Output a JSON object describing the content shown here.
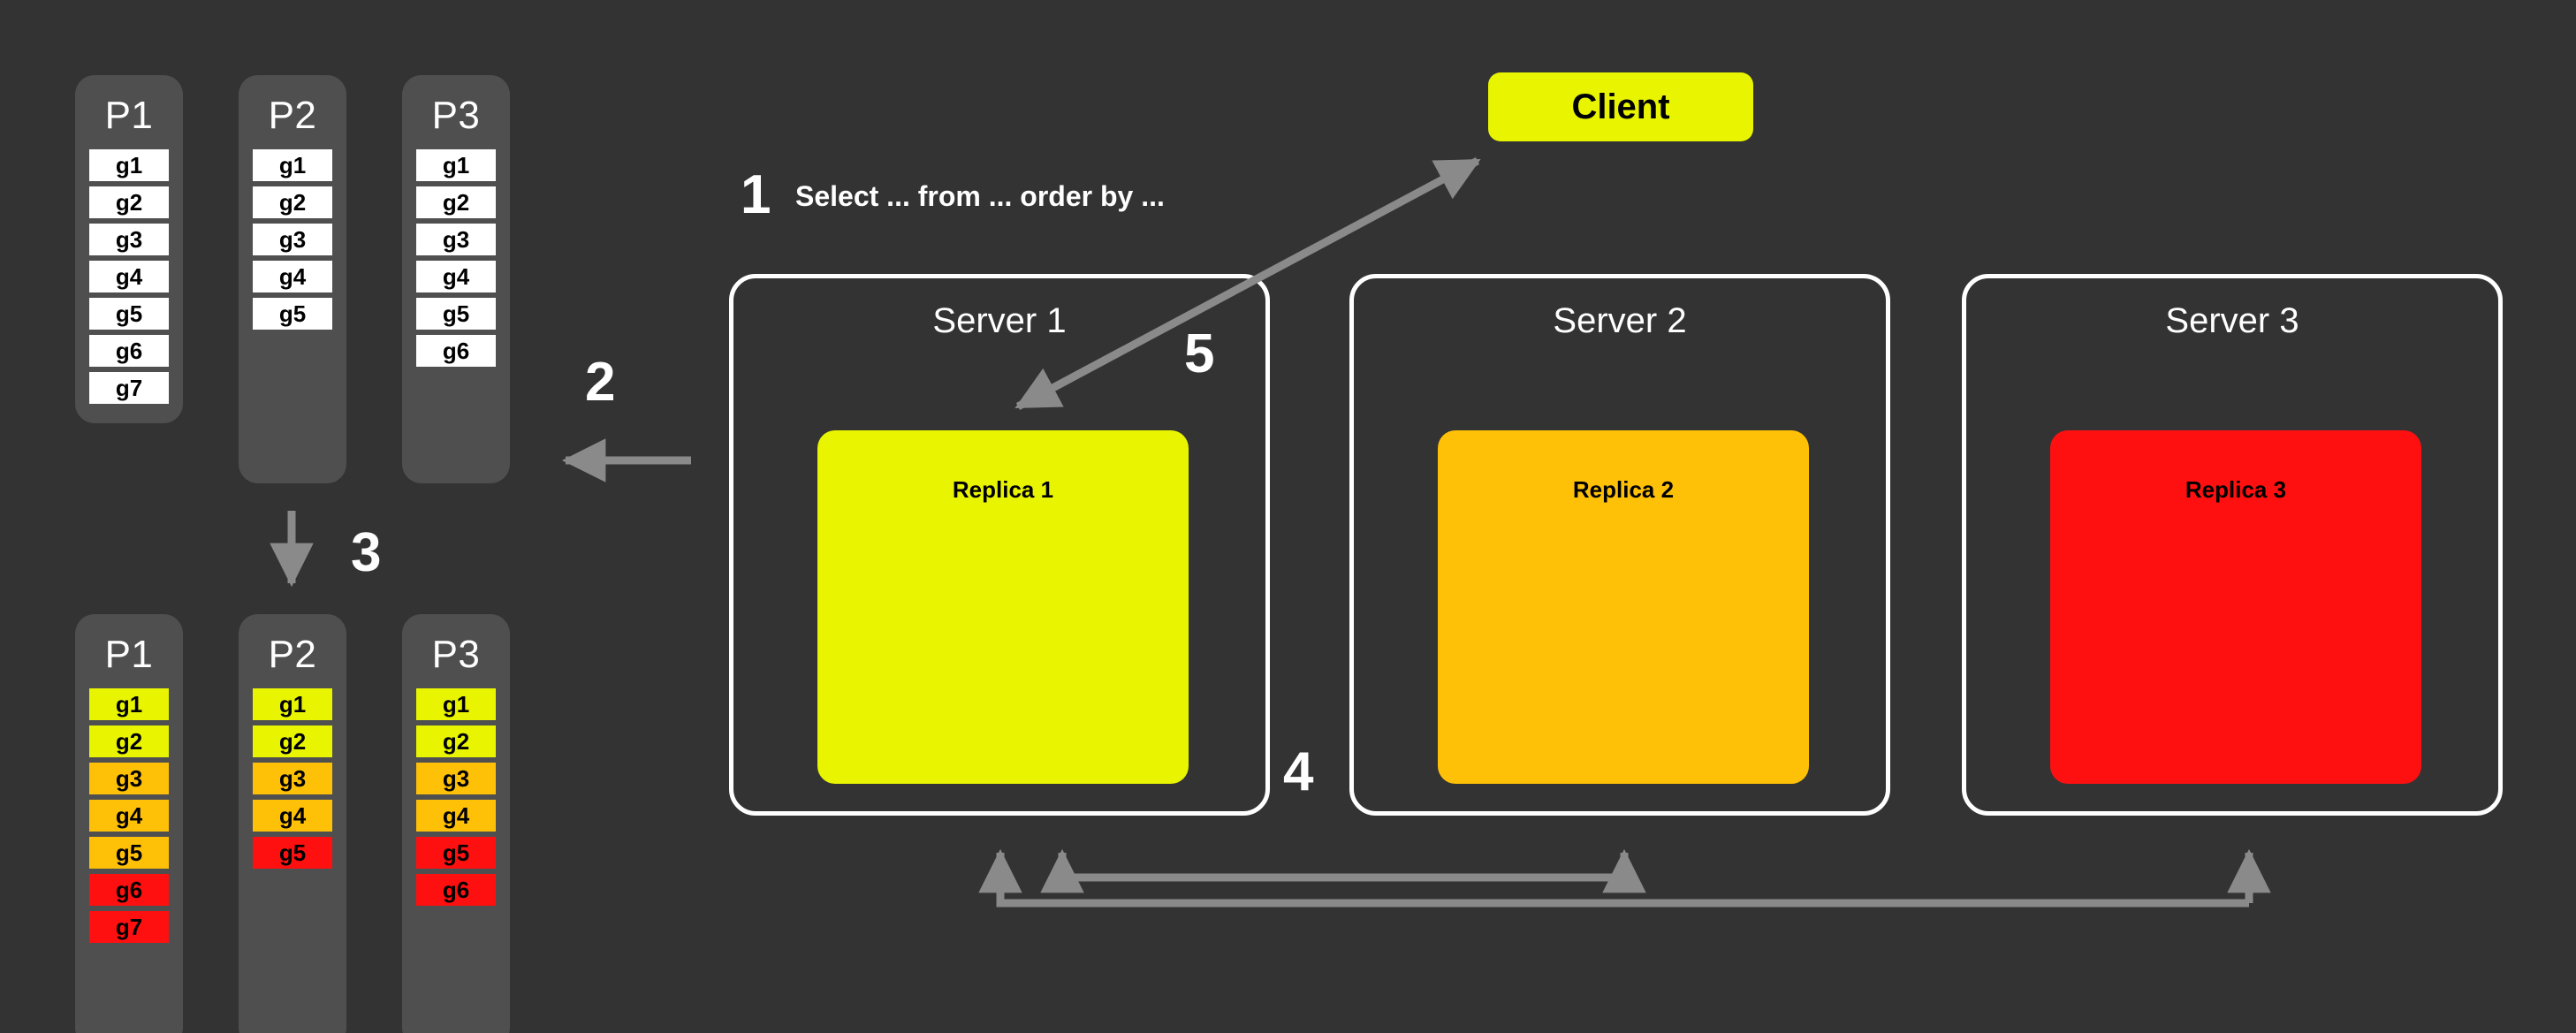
{
  "theme": {
    "background": "#333333",
    "panel": "#4F4F4F",
    "stroke_white": "#FFFFFF",
    "arrow_gray": "#8A8A8A",
    "cell_white": "#FFFFFF",
    "cell_yellow": "#E9F500",
    "cell_amber": "#FFC107",
    "cell_red": "#FF1010"
  },
  "steps": {
    "one": "1",
    "two": "2",
    "three": "3",
    "four": "4",
    "five": "5"
  },
  "query_caption": "Select ... from ... order by ...",
  "client": {
    "label": "Client",
    "color": "#E9F500"
  },
  "partitions_top": [
    {
      "title": "P1",
      "cells": [
        {
          "label": "g1",
          "color": "white"
        },
        {
          "label": "g2",
          "color": "white"
        },
        {
          "label": "g3",
          "color": "white"
        },
        {
          "label": "g4",
          "color": "white"
        },
        {
          "label": "g5",
          "color": "white"
        },
        {
          "label": "g6",
          "color": "white"
        },
        {
          "label": "g7",
          "color": "white"
        }
      ]
    },
    {
      "title": "P2",
      "cells": [
        {
          "label": "g1",
          "color": "white"
        },
        {
          "label": "g2",
          "color": "white"
        },
        {
          "label": "g3",
          "color": "white"
        },
        {
          "label": "g4",
          "color": "white"
        },
        {
          "label": "g5",
          "color": "white"
        }
      ]
    },
    {
      "title": "P3",
      "cells": [
        {
          "label": "g1",
          "color": "white"
        },
        {
          "label": "g2",
          "color": "white"
        },
        {
          "label": "g3",
          "color": "white"
        },
        {
          "label": "g4",
          "color": "white"
        },
        {
          "label": "g5",
          "color": "white"
        },
        {
          "label": "g6",
          "color": "white"
        }
      ]
    }
  ],
  "partitions_bottom": [
    {
      "title": "P1",
      "cells": [
        {
          "label": "g1",
          "color": "yellow"
        },
        {
          "label": "g2",
          "color": "yellow"
        },
        {
          "label": "g3",
          "color": "amber"
        },
        {
          "label": "g4",
          "color": "amber"
        },
        {
          "label": "g5",
          "color": "amber"
        },
        {
          "label": "g6",
          "color": "red"
        },
        {
          "label": "g7",
          "color": "red"
        }
      ]
    },
    {
      "title": "P2",
      "cells": [
        {
          "label": "g1",
          "color": "yellow"
        },
        {
          "label": "g2",
          "color": "yellow"
        },
        {
          "label": "g3",
          "color": "amber"
        },
        {
          "label": "g4",
          "color": "amber"
        },
        {
          "label": "g5",
          "color": "red"
        }
      ]
    },
    {
      "title": "P3",
      "cells": [
        {
          "label": "g1",
          "color": "yellow"
        },
        {
          "label": "g2",
          "color": "yellow"
        },
        {
          "label": "g3",
          "color": "amber"
        },
        {
          "label": "g4",
          "color": "amber"
        },
        {
          "label": "g5",
          "color": "red"
        },
        {
          "label": "g6",
          "color": "red"
        }
      ]
    }
  ],
  "servers": [
    {
      "title": "Server 1",
      "replica": "Replica 1",
      "replica_color": "#E9F500"
    },
    {
      "title": "Server 2",
      "replica": "Replica 2",
      "replica_color": "#FFC107"
    },
    {
      "title": "Server 3",
      "replica": "Replica 3",
      "replica_color": "#FF1010"
    }
  ]
}
